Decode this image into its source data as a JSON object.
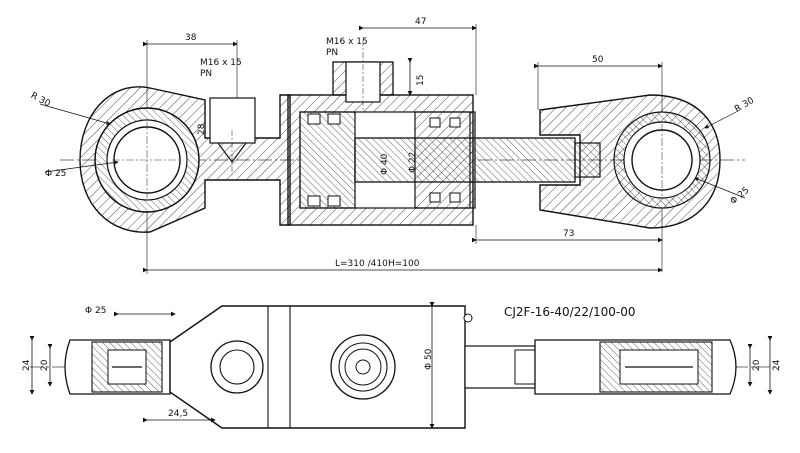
{
  "drawing": {
    "part_code": "CJ2F-16-40/22/100-00",
    "dimensions": {
      "eye_offset": "38",
      "port_thread_left": "M16 x 15",
      "port_type_left": "PN",
      "port_thread_top": "M16 x 15",
      "port_type_top": "PN",
      "port_offset": "47",
      "port_depth": "15",
      "rod_eye_length": "50",
      "radius_left": "R 30",
      "radius_right": "R 30",
      "diameter_left": "Φ 25",
      "diameter_right": "Φ 25",
      "dim_28": "28",
      "bore": "Φ 40",
      "rod": "Φ 22",
      "dim_73": "73",
      "length": "L=310 /410",
      "stroke": "H=100",
      "bottom_diameter": "Φ 25",
      "barrel_diameter": "Φ 50",
      "width_left_outer": "24",
      "width_left_inner": "20",
      "width_right_inner": "20",
      "width_right_outer": "24",
      "dim_24_5": "24,5"
    }
  }
}
